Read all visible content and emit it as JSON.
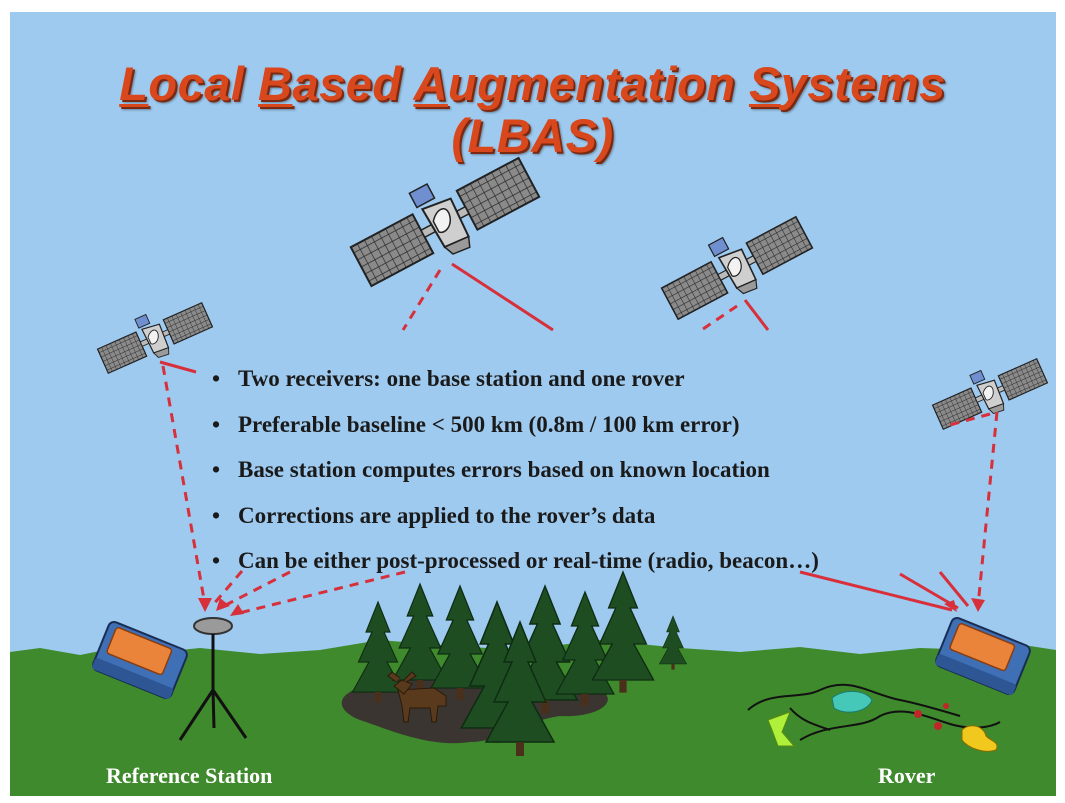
{
  "title": {
    "line1": {
      "w1a": "L",
      "w1b": "ocal ",
      "w2a": "B",
      "w2b": "ased ",
      "w3a": "A",
      "w3b": "ugmentation ",
      "w4a": "S",
      "w4b": "ystems"
    },
    "line2": "(LBAS)"
  },
  "bullets": [
    "Two receivers: one base station and one rover",
    "Preferable baseline < 500 km (0.8m / 100 km error)",
    "Base station computes  errors based on known location",
    "Corrections are applied to the rover’s data",
    "Can be either post-processed or real-time (radio, beacon…)"
  ],
  "bullet_symbol": "•",
  "labels": {
    "reference_station": "Reference Station",
    "rover": "Rover"
  },
  "colors": {
    "sky": "#9ecaf0",
    "ground": "#3f8a2c",
    "title": "#d9481c",
    "signal": "#d7303a",
    "receiver": "#3f6fb5"
  },
  "icons": [
    "satellite-icon",
    "receiver-icon",
    "antenna-tripod-icon",
    "pine-tree-icon",
    "moose-icon",
    "map-icon"
  ]
}
